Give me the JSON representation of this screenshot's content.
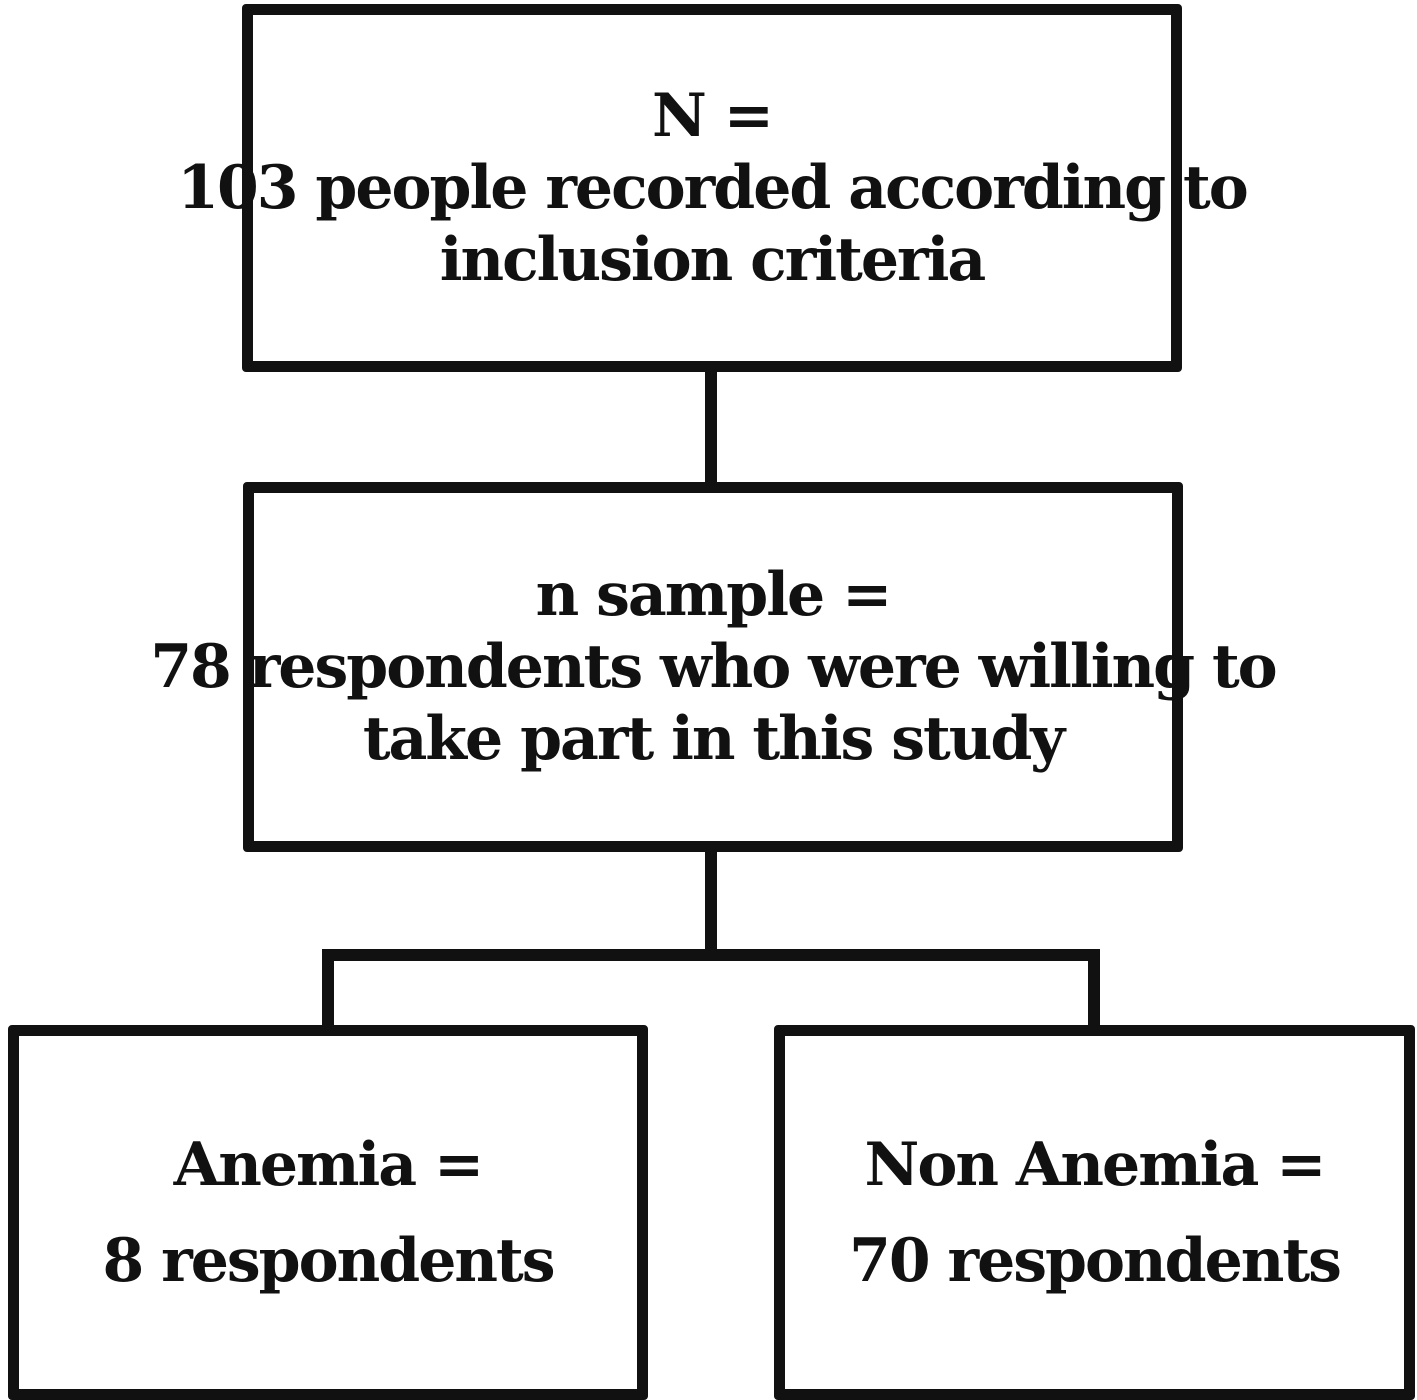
{
  "flowchart": {
    "top_box": {
      "line1": "N =",
      "line2": "103 people recorded according to",
      "line3": "inclusion criteria"
    },
    "middle_box": {
      "line1": "n sample =",
      "line2": "78 respondents who were willing to",
      "line3": "take part in this study"
    },
    "left_box": {
      "line1": "Anemia =",
      "line2": "8 respondents"
    },
    "right_box": {
      "line1": "Non Anemia =",
      "line2": "70 respondents"
    }
  },
  "colors": {
    "stroke": "#111111",
    "background": "#ffffff"
  }
}
